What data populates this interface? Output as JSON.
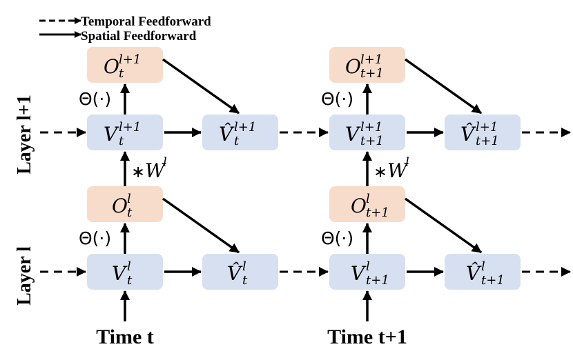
{
  "legend": {
    "temporal": "Temporal Feedforward",
    "spatial": "Spatial Feedforward"
  },
  "layers": {
    "upper": "Layer l+1",
    "lower": "Layer l"
  },
  "times": {
    "t0": "Time t",
    "t1": "Time t+1"
  },
  "operators": {
    "theta": "Θ(·)",
    "weight_star": "∗",
    "weight_W": "W",
    "weight_sup": "l"
  },
  "nodes": {
    "O_t_up": {
      "main": "O",
      "sub": "t",
      "sup": "l+1"
    },
    "V_t_up": {
      "main": "V",
      "sub": "t",
      "sup": "l+1"
    },
    "Vh_t_up": {
      "main": "V̂",
      "sub": "t",
      "sup": "l+1"
    },
    "O_t1_up": {
      "main": "O",
      "sub": "t+1",
      "sup": "l+1"
    },
    "V_t1_up": {
      "main": "V",
      "sub": "t+1",
      "sup": "l+1"
    },
    "Vh_t1_up": {
      "main": "V̂",
      "sub": "t+1",
      "sup": "l+1"
    },
    "O_t_lo": {
      "main": "O",
      "sub": "t",
      "sup": "l"
    },
    "V_t_lo": {
      "main": "V",
      "sub": "t",
      "sup": "l"
    },
    "Vh_t_lo": {
      "main": "V̂",
      "sub": "t",
      "sup": "l"
    },
    "O_t1_lo": {
      "main": "O",
      "sub": "t+1",
      "sup": "l"
    },
    "V_t1_lo": {
      "main": "V",
      "sub": "t+1",
      "sup": "l"
    },
    "Vh_t1_lo": {
      "main": "V̂",
      "sub": "t+1",
      "sup": "l"
    }
  },
  "colors": {
    "O_fill": "#f8dccb",
    "V_fill": "#d6e0f1",
    "ink": "#000000"
  }
}
